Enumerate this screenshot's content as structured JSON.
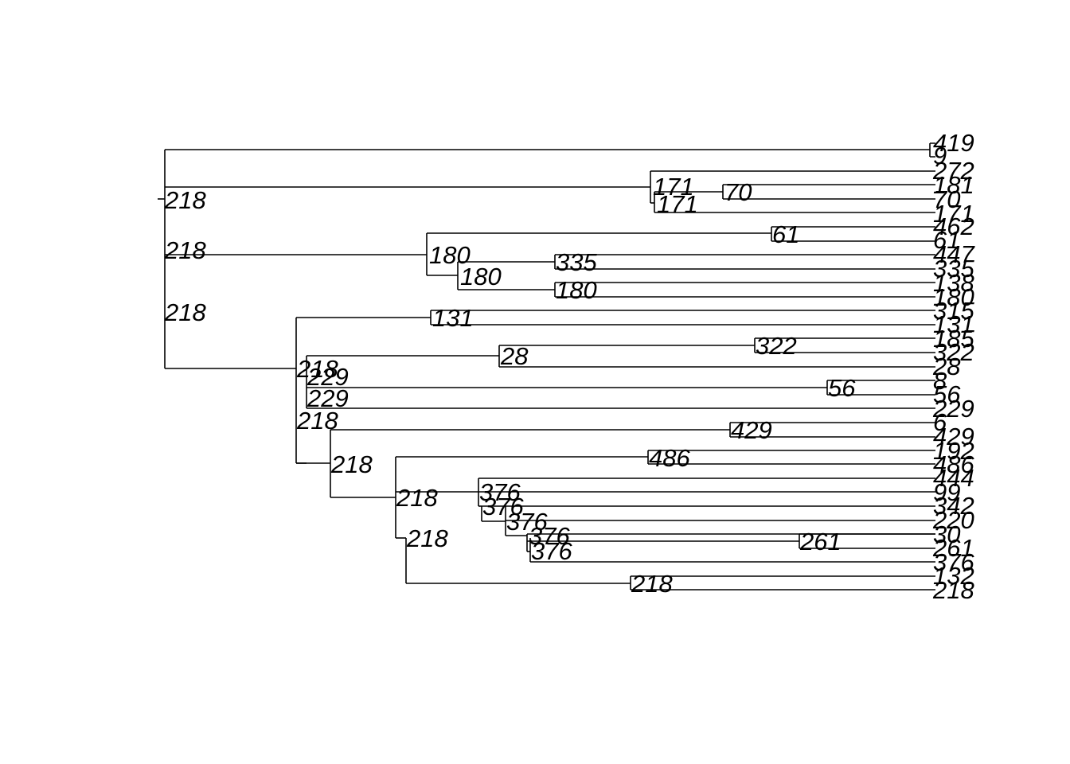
{
  "tree": {
    "tip_labels": [
      "419",
      "9",
      "272",
      "181",
      "70",
      "171",
      "462",
      "61",
      "447",
      "335",
      "138",
      "180",
      "315",
      "131",
      "185",
      "322",
      "28",
      "8",
      "56",
      "229",
      "6",
      "429",
      "192",
      "486",
      "444",
      "99",
      "342",
      "220",
      "30",
      "261",
      "376",
      "132",
      "218"
    ],
    "node_labels": [
      "218",
      "218",
      "218",
      "171",
      "171",
      "70",
      "180",
      "180",
      "61",
      "335",
      "180",
      "131",
      "218",
      "229",
      "229",
      "28",
      "322",
      "56",
      "218",
      "218",
      "429",
      "486",
      "218",
      "218",
      "376",
      "376",
      "376",
      "376",
      "376",
      "261",
      "218"
    ]
  }
}
